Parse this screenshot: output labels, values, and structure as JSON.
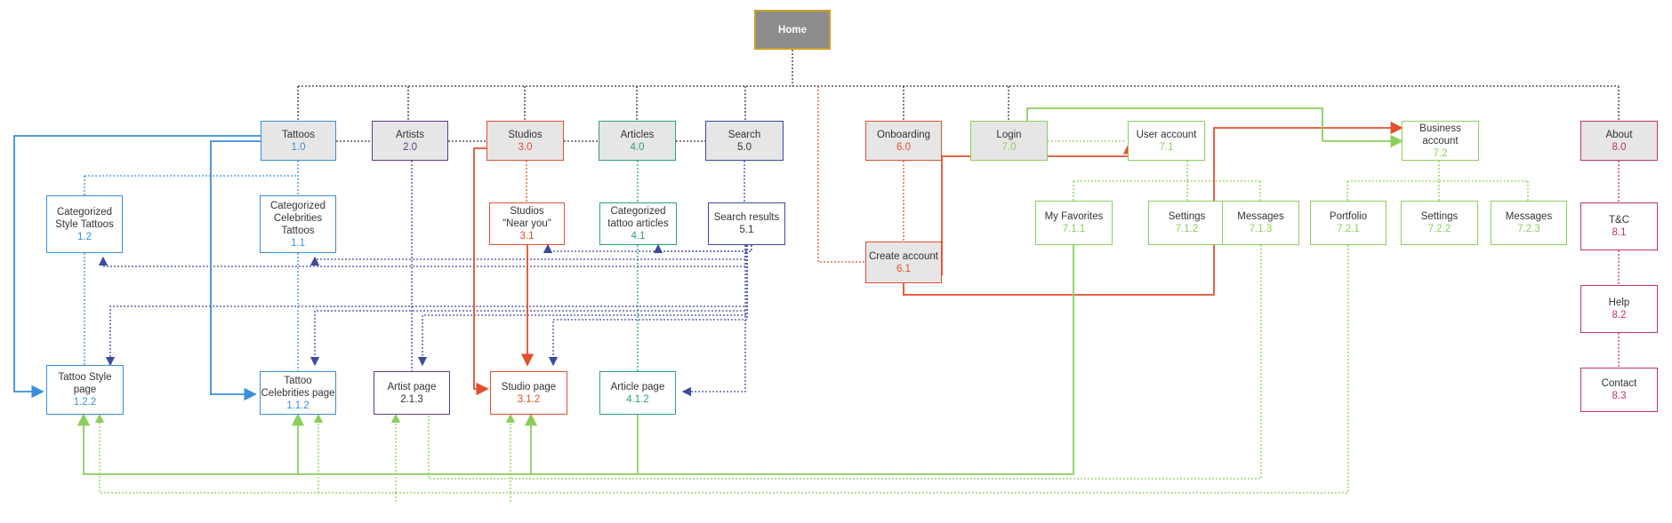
{
  "colors": {
    "black": "#333333",
    "blue": "#3b8fd9",
    "purple": "#5e3a8c",
    "red": "#e0502e",
    "teal": "#2aa27a",
    "navy": "#3d4a9e",
    "green": "#8acf5c",
    "pink": "#c2306e",
    "gray": "#8c8c8c"
  },
  "nodes": [
    {
      "id": "home",
      "label": "Home",
      "num": "",
      "color": "#333333",
      "numColor": "#333333",
      "fill": "home"
    },
    {
      "id": "tattoos",
      "label": "Tattoos",
      "num": "1.0",
      "color": "#3b8fd9",
      "numColor": "#3b8fd9",
      "fill": "grey"
    },
    {
      "id": "artists",
      "label": "Artists",
      "num": "2.0",
      "color": "#5e3a8c",
      "numColor": "#5e3a8c",
      "fill": "grey"
    },
    {
      "id": "studios",
      "label": "Studios",
      "num": "3.0",
      "color": "#e0502e",
      "numColor": "#e0502e",
      "fill": "grey"
    },
    {
      "id": "articles",
      "label": "Articles",
      "num": "4.0",
      "color": "#2aa27a",
      "numColor": "#2aa27a",
      "fill": "grey"
    },
    {
      "id": "search",
      "label": "Search",
      "num": "5.0",
      "color": "#3d4a9e",
      "numColor": "#333333",
      "fill": "grey"
    },
    {
      "id": "onboarding",
      "label": "Onboarding",
      "num": "6.0",
      "color": "#e0502e",
      "numColor": "#e0502e",
      "fill": "grey"
    },
    {
      "id": "login",
      "label": "Login",
      "num": "7.0",
      "color": "#8acf5c",
      "numColor": "#8acf5c",
      "fill": "grey"
    },
    {
      "id": "user-account",
      "label": "User account",
      "num": "7.1",
      "color": "#8acf5c",
      "numColor": "#8acf5c",
      "fill": "white"
    },
    {
      "id": "business-account",
      "label": "Business\naccount",
      "num": "7.2",
      "color": "#8acf5c",
      "numColor": "#8acf5c",
      "fill": "white"
    },
    {
      "id": "about",
      "label": "About",
      "num": "8.0",
      "color": "#c2306e",
      "numColor": "#c2306e",
      "fill": "grey"
    },
    {
      "id": "categorized-style",
      "label": "Categorized\nStyle Tattoos",
      "num": "1.2",
      "color": "#3b8fd9",
      "numColor": "#3b8fd9",
      "fill": "white"
    },
    {
      "id": "categorized-celebs",
      "label": "Categorized\nCelebrities\nTattoos",
      "num": "1.1",
      "color": "#3b8fd9",
      "numColor": "#3b8fd9",
      "fill": "white"
    },
    {
      "id": "studios-near",
      "label": "Studios\n\"Near you\"",
      "num": "3.1",
      "color": "#e0502e",
      "numColor": "#e0502e",
      "fill": "white"
    },
    {
      "id": "categorized-articles",
      "label": "Categorized\ntattoo articles",
      "num": "4.1",
      "color": "#2aa27a",
      "numColor": "#2aa27a",
      "fill": "white"
    },
    {
      "id": "search-results",
      "label": "Search results",
      "num": "5.1",
      "color": "#3d4a9e",
      "numColor": "#333333",
      "fill": "white"
    },
    {
      "id": "create-account",
      "label": "Create account",
      "num": "6.1",
      "color": "#e0502e",
      "numColor": "#e0502e",
      "fill": "grey"
    },
    {
      "id": "my-favorites",
      "label": "My Favorites",
      "num": "7.1.1",
      "color": "#8acf5c",
      "numColor": "#8acf5c",
      "fill": "white"
    },
    {
      "id": "settings-user",
      "label": "Settings",
      "num": "7.1.2",
      "color": "#8acf5c",
      "numColor": "#8acf5c",
      "fill": "white"
    },
    {
      "id": "messages-user",
      "label": "Messages",
      "num": "7.1.3",
      "color": "#8acf5c",
      "numColor": "#8acf5c",
      "fill": "white"
    },
    {
      "id": "portfolio",
      "label": "Portfolio",
      "num": "7.2.1",
      "color": "#8acf5c",
      "numColor": "#8acf5c",
      "fill": "white"
    },
    {
      "id": "settings-business",
      "label": "Settings",
      "num": "7.2.2",
      "color": "#8acf5c",
      "numColor": "#8acf5c",
      "fill": "white"
    },
    {
      "id": "messages-business",
      "label": "Messages",
      "num": "7.2.3",
      "color": "#8acf5c",
      "numColor": "#8acf5c",
      "fill": "white"
    },
    {
      "id": "tc",
      "label": "T&C",
      "num": "8.1",
      "color": "#c2306e",
      "numColor": "#c2306e",
      "fill": "white"
    },
    {
      "id": "help",
      "label": "Help",
      "num": "8.2",
      "color": "#c2306e",
      "numColor": "#c2306e",
      "fill": "white"
    },
    {
      "id": "contact",
      "label": "Contact",
      "num": "8.3",
      "color": "#c2306e",
      "numColor": "#c2306e",
      "fill": "white"
    },
    {
      "id": "tattoo-style-page",
      "label": "Tattoo Style\npage",
      "num": "1.2.2",
      "color": "#3b8fd9",
      "numColor": "#3b8fd9",
      "fill": "white"
    },
    {
      "id": "tattoo-celebs-page",
      "label": "Tattoo\nCelebrities page",
      "num": "1.1.2",
      "color": "#3b8fd9",
      "numColor": "#3b8fd9",
      "fill": "white"
    },
    {
      "id": "artist-page",
      "label": "Artist page",
      "num": "2.1.3",
      "color": "#5e3a8c",
      "numColor": "#333333",
      "fill": "white"
    },
    {
      "id": "studio-page",
      "label": "Studio page",
      "num": "3.1.2",
      "color": "#e0502e",
      "numColor": "#e0502e",
      "fill": "white"
    },
    {
      "id": "article-page",
      "label": "Article page",
      "num": "4.1.2",
      "color": "#2aa27a",
      "numColor": "#2aa27a",
      "fill": "white"
    }
  ]
}
